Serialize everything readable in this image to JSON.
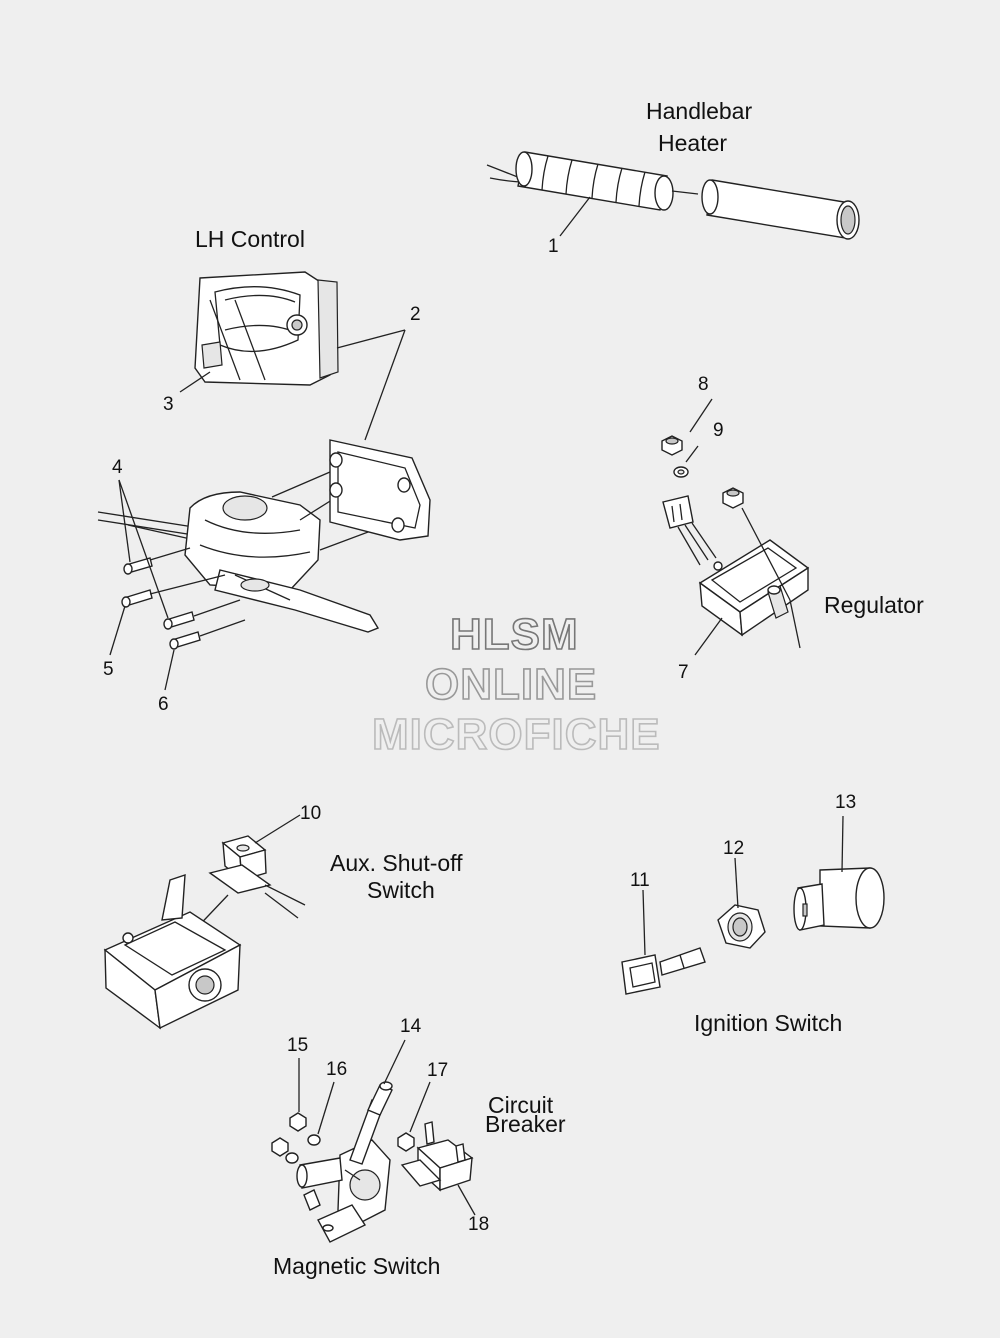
{
  "titles": {
    "handlebar_heater_line1": "Handlebar",
    "handlebar_heater_line2": "Heater",
    "lh_control": "LH Control",
    "regulator": "Regulator",
    "aux_shutoff_line1": "Aux. Shut-off",
    "aux_shutoff_line2": "Switch",
    "ignition_switch": "Ignition Switch",
    "circuit_breaker_line1": "Circuit",
    "circuit_breaker_line2": "Breaker",
    "magnetic_switch": "Magnetic Switch"
  },
  "callouts": [
    "1",
    "2",
    "3",
    "4",
    "5",
    "6",
    "7",
    "8",
    "9",
    "10",
    "11",
    "12",
    "13",
    "14",
    "15",
    "16",
    "17",
    "18"
  ],
  "watermark": {
    "line1": "HLSM",
    "line2": "ONLINE",
    "line3": "MICROFICHE"
  },
  "colors": {
    "background": "#efefef",
    "line": "#222222"
  }
}
